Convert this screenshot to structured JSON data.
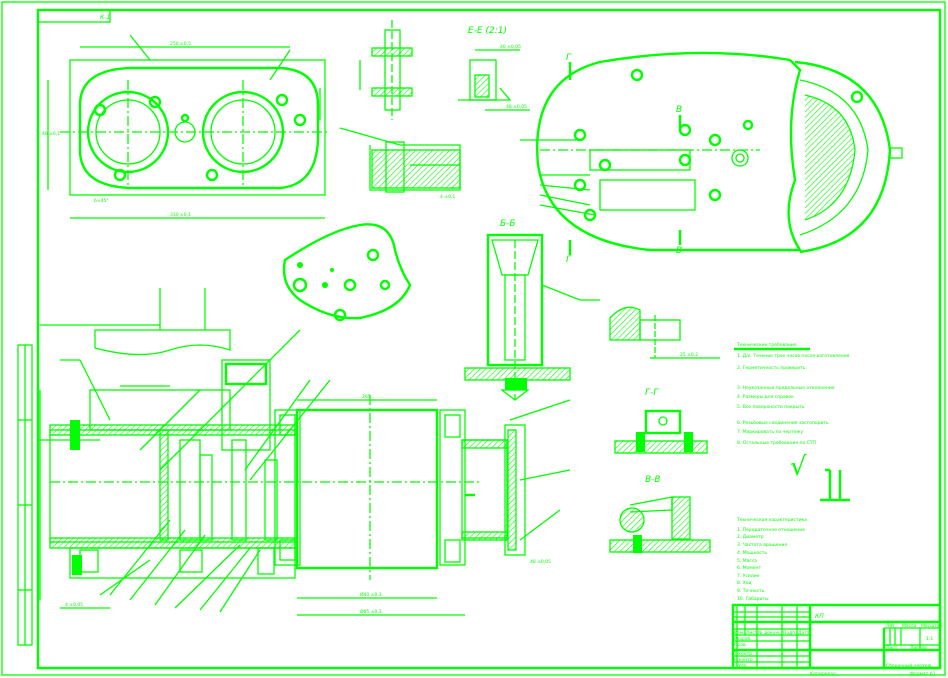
{
  "drawing": {
    "line_color": "#00ff00",
    "background": "#ffffff",
    "corner_tab": "К-1",
    "section_labels": {
      "e_e": "Е-Е (2:1)",
      "b_b": "Б-Б",
      "g_g": "Г-Г",
      "v_v": "В-В",
      "g_mark": "Г",
      "v_mark": "В"
    },
    "dimensions": [
      "250 ±0,5",
      "310 ±0,1",
      "40 ±0,1",
      "6×45°",
      "40 ±0,05",
      "48 ±0,05",
      "4 ±0,1",
      "25 ±0,2",
      "265",
      "Ø40 ±0,3",
      "Ø65 ±0,3",
      "4 ±0,05"
    ],
    "roughness_symbol": "√",
    "tech_requirements": {
      "title": "Технические требования",
      "items": [
        "1. Д/к. Течение трех часов после изготовления",
        "2. Герметичность проверить",
        "3. Неуказанные предельные отклонения",
        "4. Размеры для справок",
        "5. Все поверхности покрыть",
        "6. Резьбовые соединения застопорить",
        "7. Маркировать по чертежу",
        "8. Остальные требования по СТП"
      ]
    },
    "tech_characteristics": {
      "title": "Техническая характеристика",
      "items": [
        "1. Передаточное отношение",
        "2. Диаметр",
        "3. Частота вращения",
        "4. Мощность",
        "5. Масса",
        "6. Момент",
        "7. Усилие",
        "8. Ход",
        "9. Точность",
        "10. Габариты"
      ]
    },
    "title_block": {
      "designation": "КП",
      "name": "Сборочный чертеж",
      "sheet_label": "Лист",
      "sheets_label": "Листов",
      "mass_label": "Масса",
      "scale_label": "Масштаб",
      "scale": "1:1",
      "lit_label": "Лит.",
      "row_labels": [
        "Изм.",
        "Лист",
        "№ докум.",
        "Подп.",
        "Дата",
        "Разраб.",
        "Пров.",
        "Т.контр.",
        "Н.контр.",
        "Утв."
      ],
      "copied": "Копировал",
      "format": "Формат А1"
    }
  }
}
